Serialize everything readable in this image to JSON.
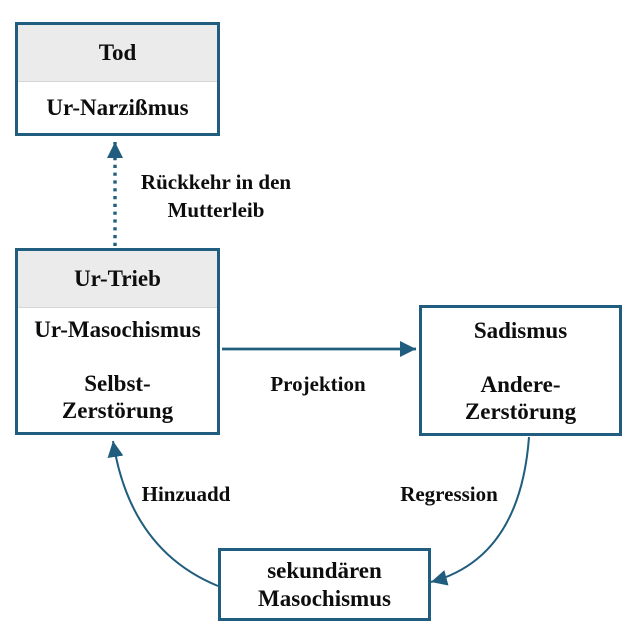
{
  "colors": {
    "accent": "#205d7e",
    "header_bg": "#ebebeb",
    "text": "#0d0d0d",
    "background": "#ffffff"
  },
  "nodes": {
    "tod": {
      "header": "Tod",
      "body": "Ur-Narzißmus"
    },
    "ur_trieb": {
      "header": "Ur-Trieb",
      "body": "Ur-Masochismus\n\nSelbst-\nZerstörung"
    },
    "sadismus": {
      "body": "Sadismus\n\nAndere-\nZerstörung"
    },
    "sekundaerer_masochismus": {
      "body": "sekundären\nMasochismus"
    }
  },
  "edges": {
    "rueckkehr": {
      "label": "Rückkehr in den\nMutterleib",
      "from": "Ur-Trieb",
      "to": "Tod",
      "style": "dotted-arrow"
    },
    "projektion": {
      "label": "Projektion",
      "from": "Ur-Trieb",
      "to": "Sadismus",
      "style": "solid-arrow"
    },
    "regression": {
      "label": "Regression",
      "from": "Sadismus",
      "to": "sekundären Masochismus",
      "style": "curved-arrow"
    },
    "hinzuadd": {
      "label": "Hinzuadd",
      "from": "sekundären Masochismus",
      "to": "Ur-Trieb",
      "style": "curved-arrow"
    }
  }
}
